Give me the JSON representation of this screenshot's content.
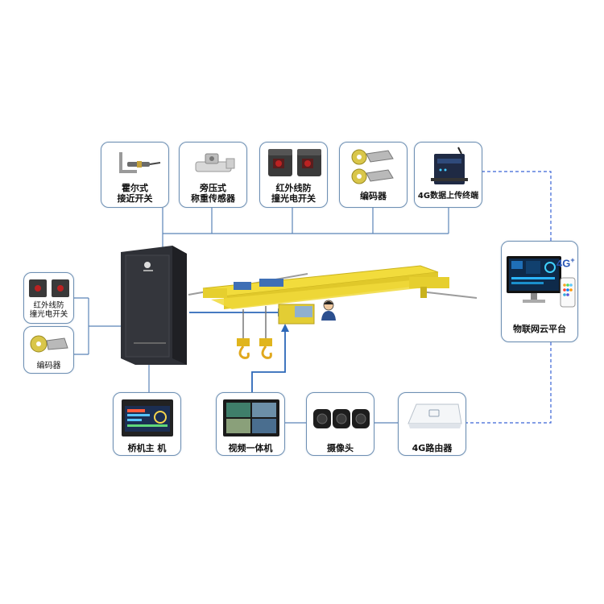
{
  "top_modules": [
    {
      "label": "霍尔式\n接近开关",
      "icon": "hall-proximity-switch-icon"
    },
    {
      "label": "旁压式\n称重传感器",
      "icon": "load-cell-sensor-icon"
    },
    {
      "label": "红外线防\n撞光电开关",
      "icon": "infrared-anti-collision-switch-icon"
    },
    {
      "label": "编码器",
      "icon": "encoder-icon"
    },
    {
      "label": "4G数据上传终端",
      "icon": "4g-data-terminal-icon"
    }
  ],
  "left_modules": [
    {
      "label": "红外线防\n撞光电开关",
      "icon": "infrared-anti-collision-switch-icon"
    },
    {
      "label": "编码器",
      "icon": "encoder-icon"
    }
  ],
  "bottom_modules": [
    {
      "label": "桥机主 机",
      "icon": "crane-host-monitor-icon"
    },
    {
      "label": "视频一体机",
      "icon": "video-monitor-icon"
    },
    {
      "label": "摄像头",
      "icon": "camera-icon"
    },
    {
      "label": "4G路由器",
      "icon": "4g-router-icon"
    }
  ],
  "cloud": {
    "label": "物联网云平台",
    "badge": "4G",
    "badge_plus": "+"
  },
  "colors": {
    "border": "#6d8fb3",
    "solid_line": "#2c67b8",
    "dashed_line": "#3a63d6",
    "crane_yellow": "#f2dc3c",
    "cabinet": "#2e3036"
  }
}
